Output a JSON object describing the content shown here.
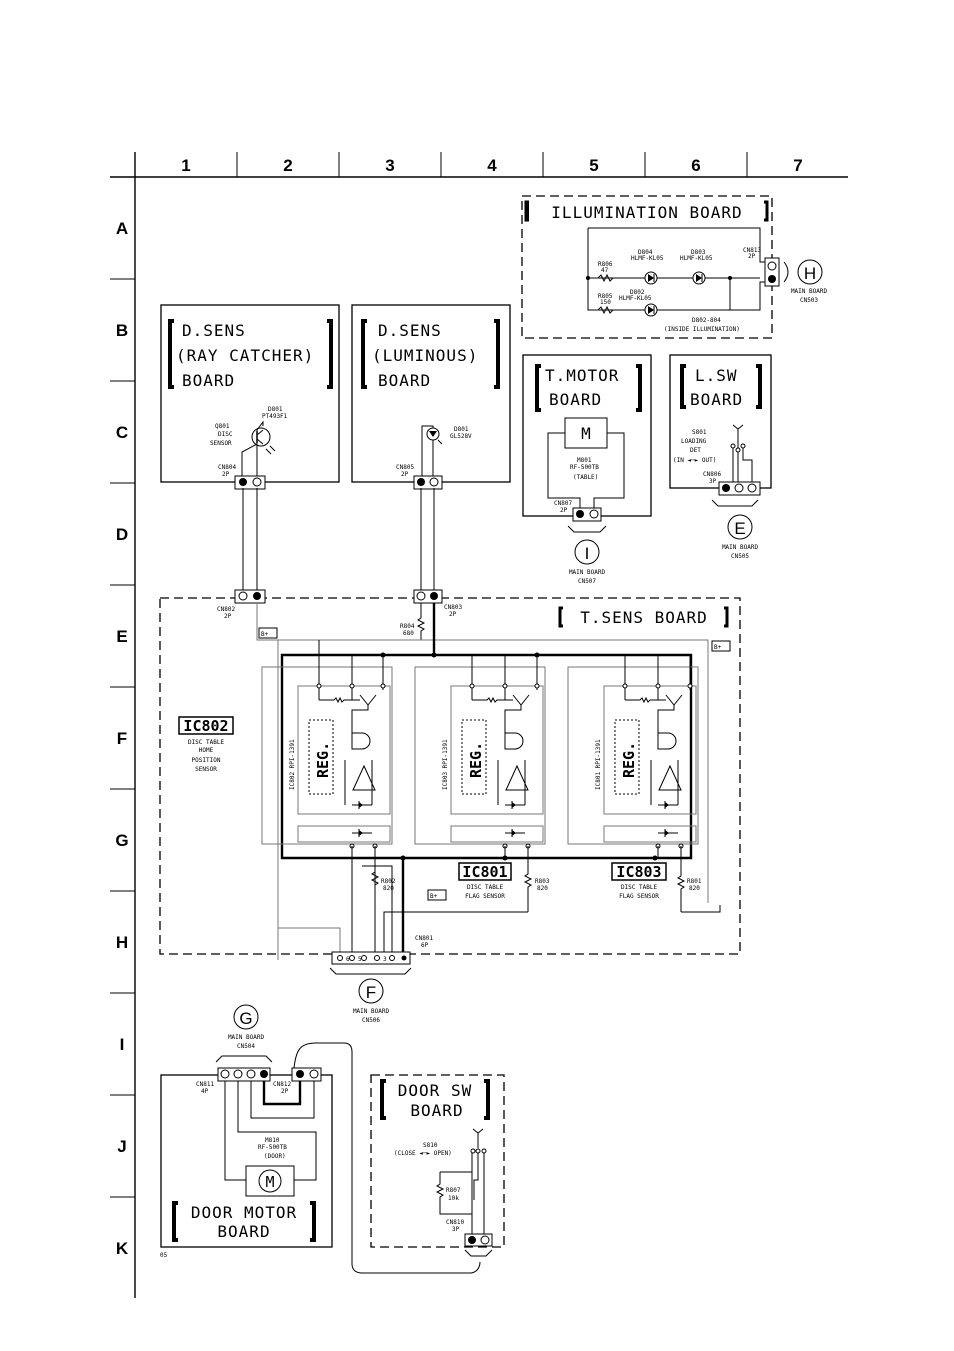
{
  "grid": {
    "columns": [
      "1",
      "2",
      "3",
      "4",
      "5",
      "6",
      "7"
    ],
    "rows": [
      "A",
      "B",
      "C",
      "D",
      "E",
      "F",
      "G",
      "H",
      "I",
      "J",
      "K"
    ]
  },
  "boards": {
    "illumination": {
      "title": "ILLUMINATION BOARD",
      "d804": "D804",
      "d804_part": "HLMF-KL05",
      "d803": "D803",
      "d803_part": "HLMF-KL05",
      "d802": "D802",
      "d802_part": "HLMF-KL05",
      "r806": "R806",
      "r806_val": "47",
      "r805": "R805",
      "r805_val": "150",
      "cn813": "CN813",
      "cn813_pins": "2P",
      "note": "D802-804",
      "note2": "(INSIDE ILLUMINATION)"
    },
    "dsens_ray": {
      "line1": "D.SENS",
      "line2": "(RAY CATCHER)",
      "line3": "BOARD",
      "q801": "Q801",
      "q801_l2": "DISC",
      "q801_l3": "SENSOR",
      "d801": "D801",
      "d801_part": "PT493F1",
      "cn804": "CN804",
      "cn804_pins": "2P"
    },
    "dsens_lum": {
      "line1": "D.SENS",
      "line2": "(LUMINOUS)",
      "line3": "BOARD",
      "d801": "D801",
      "d801_part": "GL528V",
      "cn805": "CN805",
      "cn805_pins": "2P"
    },
    "tmotor": {
      "line1": "T.MOTOR",
      "line2": "BOARD",
      "m": "M",
      "m801": "M801",
      "m801_part": "RF-500TB",
      "m801_note": "(TABLE)",
      "cn807": "CN807",
      "cn807_pins": "2P"
    },
    "lsw": {
      "line1": "L.SW",
      "line2": "BOARD",
      "s801": "S801",
      "s801_l2": "LOADING",
      "s801_l3": "DET",
      "s801_l4": "(IN ◄─► OUT)",
      "cn806": "CN806",
      "cn806_pins": "3P"
    },
    "tsens": {
      "title": "T.SENS BOARD",
      "cn802": "CN802",
      "cn802_pins": "2P",
      "cn803": "CN803",
      "cn803_pins": "2P",
      "r804": "R804",
      "r804_val": "680",
      "bplus": "B+",
      "ic802": "IC802",
      "ic802_l1": "DISC TABLE",
      "ic802_l2": "HOME",
      "ic802_l3": "POSITION",
      "ic802_l4": "SENSOR",
      "ic801": "IC801",
      "ic801_l1": "DISC TABLE",
      "ic801_l2": "FLAG SENSOR",
      "ic803": "IC803",
      "ic803_l1": "DISC TABLE",
      "ic803_l2": "FLAG SENSOR",
      "ic_left_label": "IC802 RPI-1391",
      "ic_mid_label": "IC803 RPI-1391",
      "ic_right_label": "IC801 RPI-1391",
      "reg": "REG.",
      "r802": "R802",
      "r802_val": "820",
      "r803": "R803",
      "r803_val": "820",
      "r801": "R801",
      "r801_val": "820",
      "cn801": "CN801",
      "cn801_pins": "6P",
      "cn801_pin_nums": [
        "6",
        "5",
        "3",
        "1"
      ]
    },
    "door_motor": {
      "line1": "DOOR MOTOR",
      "line2": "BOARD",
      "m": "M",
      "m810": "M810",
      "m810_part": "RF-500TB",
      "m810_note": "(DOOR)",
      "cn811": "CN811",
      "cn811_pins": "4P",
      "cn812": "CN812",
      "cn812_pins": "2P",
      "code": "05"
    },
    "door_sw": {
      "line1": "DOOR SW",
      "line2": "BOARD",
      "s810": "S810",
      "s810_action": "(CLOSE ◄─► OPEN)",
      "r807": "R807",
      "r807_val": "10k",
      "cn810": "CN810",
      "cn810_pins": "3P"
    }
  },
  "connectors": {
    "H": {
      "letter": "H",
      "l1": "MAIN BOARD",
      "l2": "CN503"
    },
    "E": {
      "letter": "E",
      "l1": "MAIN BOARD",
      "l2": "CN505"
    },
    "I": {
      "letter": "I",
      "l1": "MAIN BOARD",
      "l2": "CN507"
    },
    "F": {
      "letter": "F",
      "l1": "MAIN BOARD",
      "l2": "CN506"
    },
    "G": {
      "letter": "G",
      "l1": "MAIN BOARD",
      "l2": "CN504"
    }
  }
}
